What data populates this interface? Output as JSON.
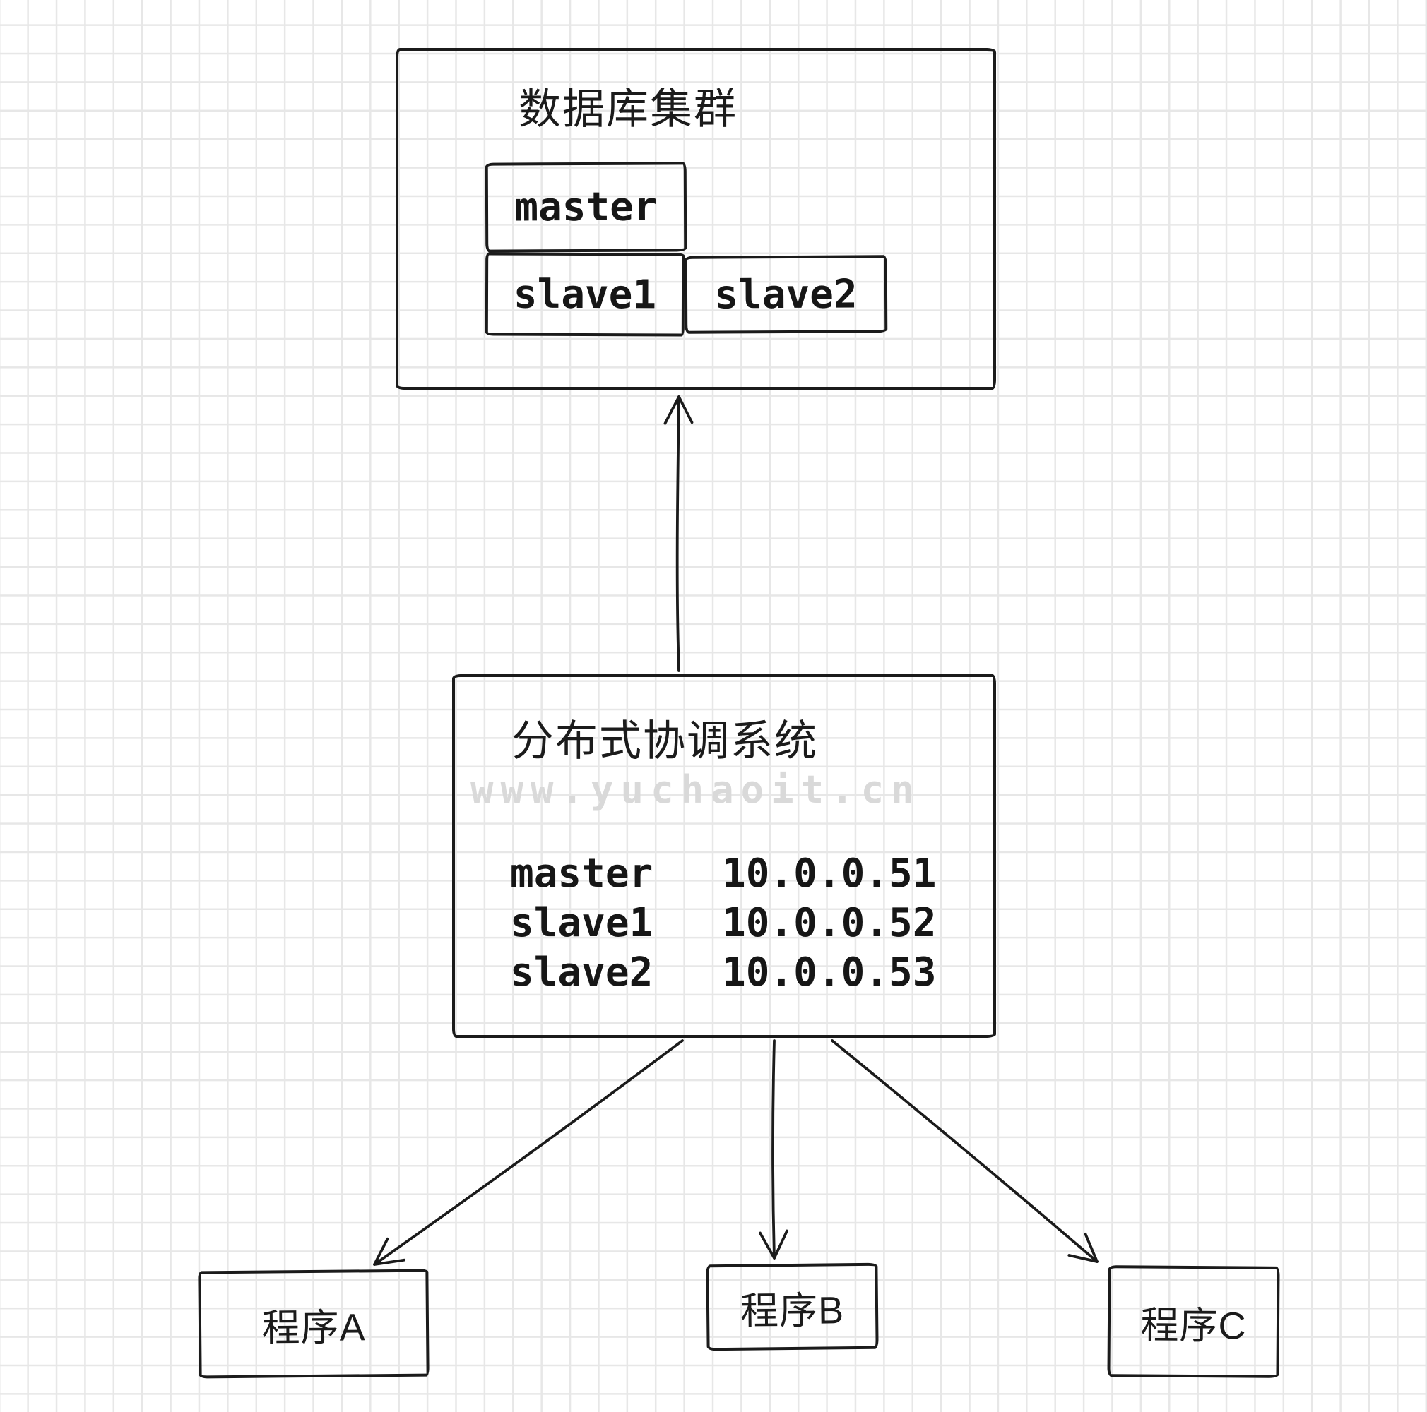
{
  "colors": {
    "stroke": "#1b1b1b",
    "grid": "#e7e7e7",
    "watermark_gray": "#d9d9d9",
    "background": "#ffffff"
  },
  "db_cluster": {
    "title": "数据库集群",
    "nodes": [
      "master",
      "slave1",
      "slave2"
    ]
  },
  "coordinator": {
    "title": "分布式协调系统",
    "watermark": "www.yuchaoit.cn",
    "hosts": [
      {
        "name": "master",
        "ip": "10.0.0.51"
      },
      {
        "name": "slave1",
        "ip": "10.0.0.52"
      },
      {
        "name": "slave2",
        "ip": "10.0.0.53"
      }
    ]
  },
  "programs": [
    {
      "label": "程序A"
    },
    {
      "label": "程序B"
    },
    {
      "label": "程序C"
    }
  ]
}
